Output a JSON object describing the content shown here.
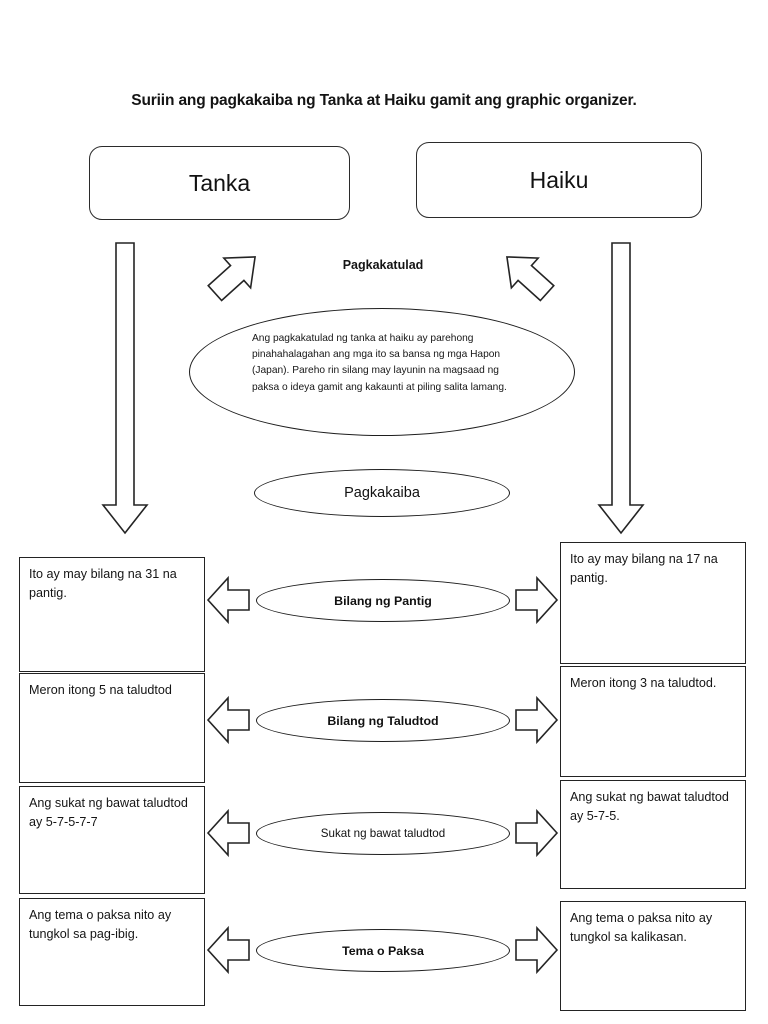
{
  "title": "Suriin ang pagkakaiba ng Tanka at Haiku gamit ang graphic organizer.",
  "concepts": {
    "left": "Tanka",
    "right": "Haiku"
  },
  "similarity": {
    "heading": "Pagkakatulad",
    "text": "Ang pagkakatulad ng tanka at haiku ay parehong pinahahalagahan ang mga ito sa bansa ng mga Hapon (Japan). Pareho rin silang may layunin na magsaad ng paksa o ideya gamit ang kakaunti at piling salita lamang."
  },
  "difference": {
    "heading": "Pagkakaiba"
  },
  "comparisons": [
    {
      "criterion": "Bilang ng Pantig",
      "left": "Ito ay may bilang na 31 na pantig.",
      "right": "Ito ay may bilang na 17 na pantig."
    },
    {
      "criterion": "Bilang ng Taludtod",
      "left": "Meron itong 5 na taludtod",
      "right": "Meron itong 3 na taludtod."
    },
    {
      "criterion": "Sukat ng bawat taludtod",
      "left": "Ang sukat ng bawat taludtod ay 5-7-5-7-7",
      "right": "Ang sukat ng bawat taludtod ay 5-7-5."
    },
    {
      "criterion": "Tema o Paksa",
      "left": "Ang tema o paksa nito ay tungkol sa pag-ibig.",
      "right": "Ang tema o paksa nito ay tungkol sa kalikasan."
    }
  ],
  "colors": {
    "stroke": "#242424",
    "text": "#151515",
    "background": "#ffffff"
  }
}
